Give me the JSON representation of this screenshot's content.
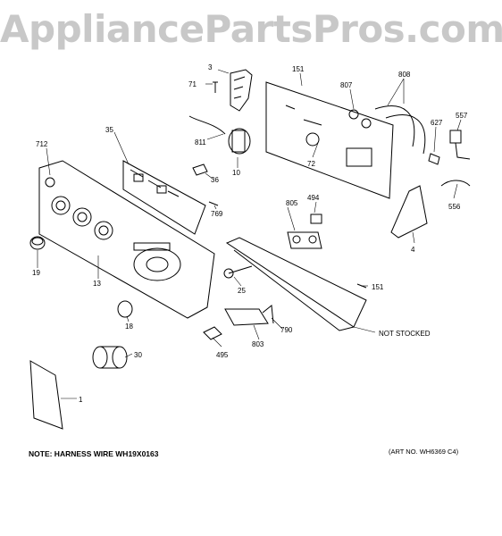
{
  "watermark": "AppliancePartsPros.com",
  "note": "NOTE: HARNESS WIRE WH19X0163",
  "art_no": "(ART NO. WH6369 C4)",
  "callouts": {
    "c3": "3",
    "c71": "71",
    "c151a": "151",
    "c808": "808",
    "c807": "807",
    "c557": "557",
    "c627": "627",
    "c811": "811",
    "c35": "35",
    "c10": "10",
    "c72": "72",
    "c712": "712",
    "c36": "36",
    "c556": "556",
    "c494": "494",
    "c805": "805",
    "c769": "769",
    "c4": "4",
    "c19": "19",
    "c13": "13",
    "c151b": "151",
    "c25": "25",
    "c18": "18",
    "c790": "790",
    "c803": "803",
    "not_stocked": "NOT STOCKED",
    "c30": "30",
    "c495": "495",
    "c1": "1"
  }
}
